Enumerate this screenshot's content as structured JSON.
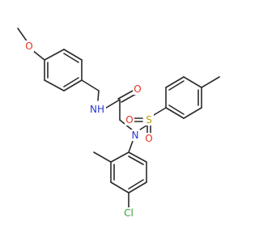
{
  "molecule": {
    "atoms": {
      "o_methoxy": {
        "label": "O",
        "color": "#e8301c"
      },
      "nh_amide": {
        "label": "NH",
        "color": "#2b35d6"
      },
      "o_carbonyl": {
        "label": "O",
        "color": "#e8301c"
      },
      "s_sulfonyl": {
        "label": "S",
        "color": "#b9a400"
      },
      "o_sulfonyl_left": {
        "label": "O",
        "color": "#e8301c"
      },
      "o_sulfonyl_bottom": {
        "label": "O",
        "color": "#e8301c"
      },
      "n_sulfonamide": {
        "label": "N",
        "color": "#2b35d6"
      },
      "cl": {
        "label": "Cl",
        "color": "#2fa52f"
      }
    }
  }
}
